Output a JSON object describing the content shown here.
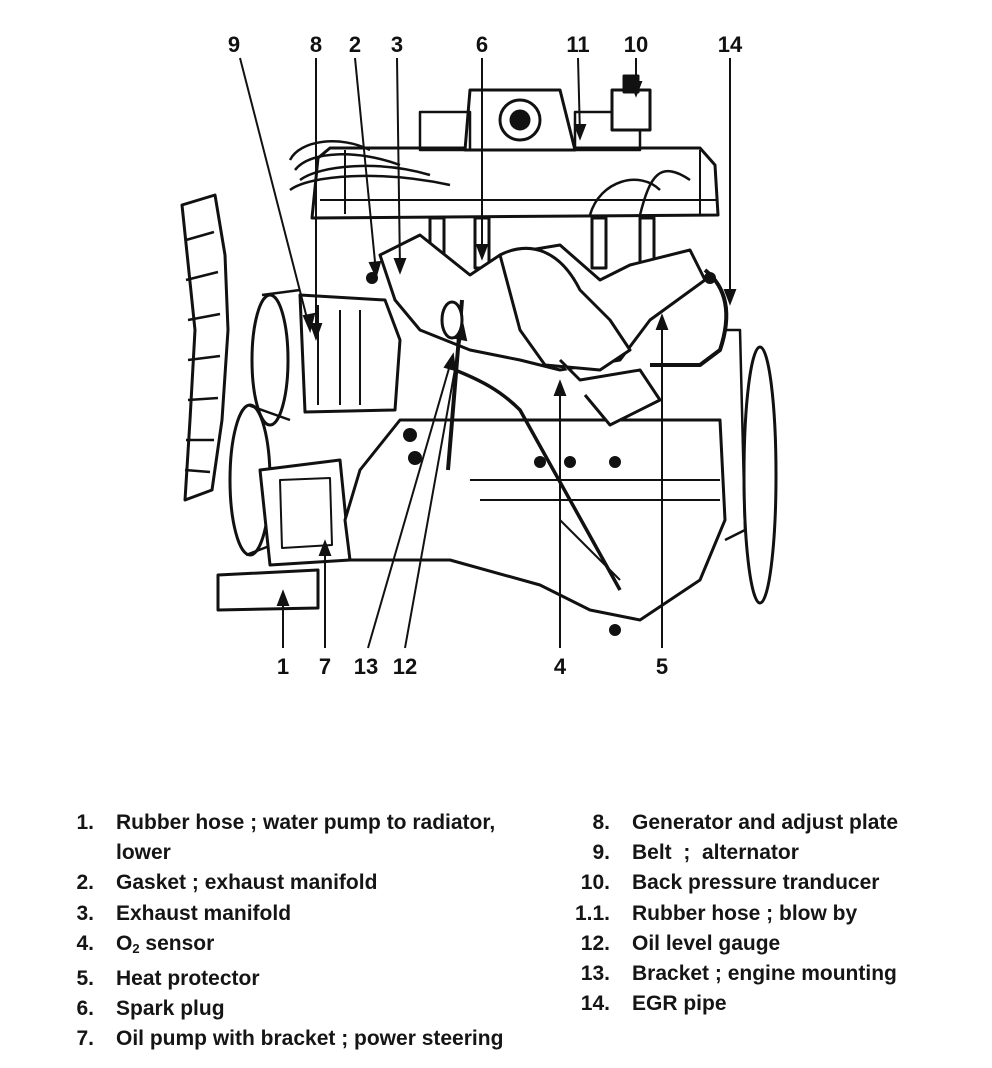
{
  "diagram": {
    "callouts": [
      {
        "id": "c9",
        "text": "9"
      },
      {
        "id": "c8",
        "text": "8"
      },
      {
        "id": "c2",
        "text": "2"
      },
      {
        "id": "c3",
        "text": "3"
      },
      {
        "id": "c6",
        "text": "6"
      },
      {
        "id": "c11",
        "text": "11"
      },
      {
        "id": "c10",
        "text": "10"
      },
      {
        "id": "c14",
        "text": "14"
      },
      {
        "id": "c1",
        "text": "1"
      },
      {
        "id": "c7",
        "text": "7"
      },
      {
        "id": "c13",
        "text": "13"
      },
      {
        "id": "c12",
        "text": "12"
      },
      {
        "id": "c4",
        "text": "4"
      },
      {
        "id": "c5",
        "text": "5"
      }
    ]
  },
  "legend": {
    "left": [
      {
        "num": "1.",
        "text": "Rubber hose ; water pump to radiator, lower"
      },
      {
        "num": "2.",
        "text": "Gasket ; exhaust manifold"
      },
      {
        "num": "3.",
        "text": "Exhaust manifold"
      },
      {
        "num": "4.",
        "text_pre": "O",
        "text_sub": "2",
        "text_post": " sensor"
      },
      {
        "num": "5.",
        "text": "Heat protector"
      },
      {
        "num": "6.",
        "text": "Spark plug"
      },
      {
        "num": "7.",
        "text": "Oil pump with bracket ; power steering"
      }
    ],
    "right": [
      {
        "num": "8.",
        "text": "Generator and adjust plate"
      },
      {
        "num": "9.",
        "text": "Belt  ;  alternator"
      },
      {
        "num": "10.",
        "text": "Back pressure tranducer"
      },
      {
        "num": "1.1.",
        "text": "Rubber hose ; blow by"
      },
      {
        "num": "12.",
        "text": "Oil level gauge"
      },
      {
        "num": "13.",
        "text": "Bracket ; engine mounting"
      },
      {
        "num": "14.",
        "text": "EGR pipe"
      }
    ]
  }
}
